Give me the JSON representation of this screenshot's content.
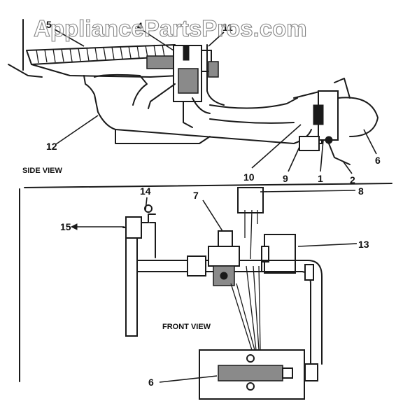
{
  "watermark": "AppliancePartsPros.com",
  "views": {
    "side": "SIDE VIEW",
    "front": "FRONT VIEW"
  },
  "callouts": {
    "n1": "1",
    "n2": "2",
    "n4": "4",
    "n5": "5",
    "n6_side": "6",
    "n6_front": "6",
    "n7": "7",
    "n8": "8",
    "n9": "9",
    "n10": "10",
    "n11": "11",
    "n12": "12",
    "n13": "13",
    "n14": "14",
    "n15": "15"
  }
}
